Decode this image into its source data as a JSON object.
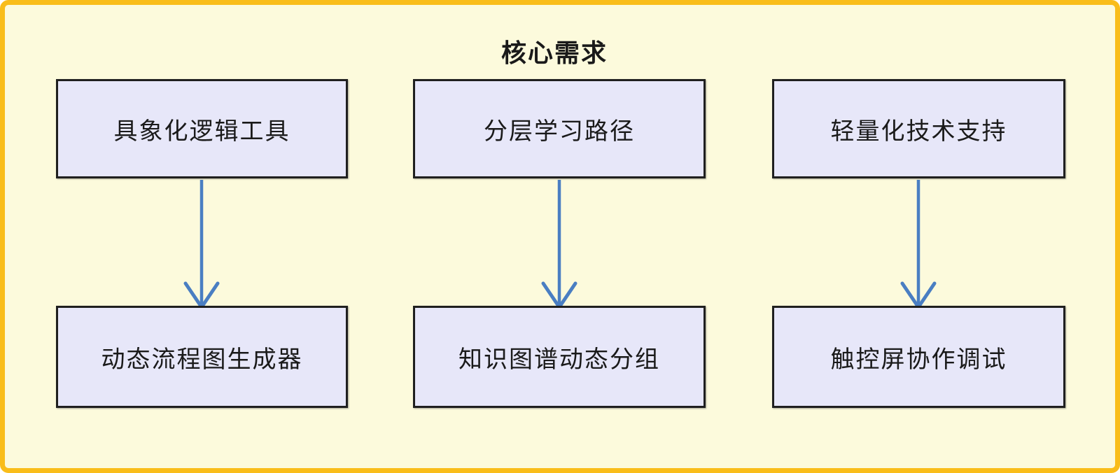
{
  "title": "核心需求",
  "flowchart": {
    "columns": [
      {
        "top": "具象化逻辑工具",
        "bottom": "动态流程图生成器"
      },
      {
        "top": "分层学习路径",
        "bottom": "知识图谱动态分组"
      },
      {
        "top": "轻量化技术支持",
        "bottom": "触控屏协作调试"
      }
    ]
  },
  "colors": {
    "outer_border": "#f9bd1a",
    "background": "#fcfadc",
    "box_fill": "#e7e7f9",
    "box_border": "#1f1f1f",
    "arrow": "#4a7ec2",
    "text": "#1a1a1a"
  }
}
